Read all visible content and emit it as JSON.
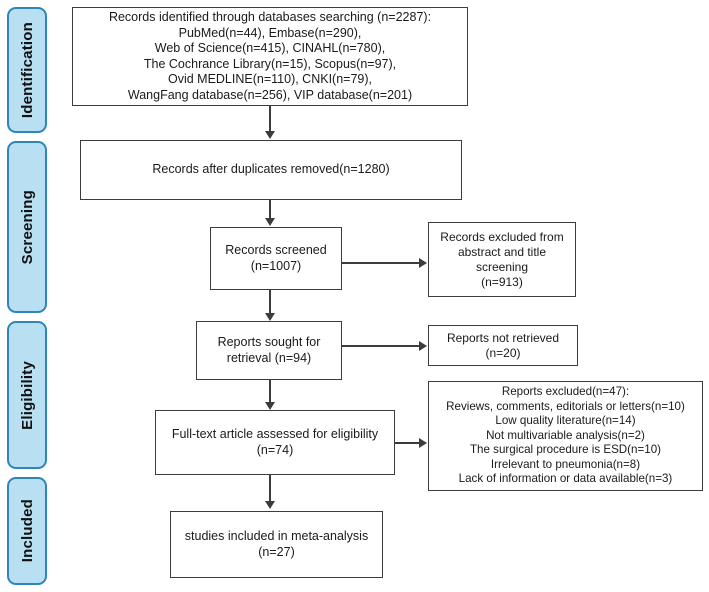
{
  "diagram": {
    "type": "prisma-flow-diagram",
    "colors": {
      "stage_fill": "#b8e0f2",
      "stage_border": "#2e86b8",
      "box_border": "#3c3c3c",
      "box_fill": "#ffffff",
      "text": "#1a1a1a"
    }
  },
  "stages": [
    {
      "label": "Identification"
    },
    {
      "label": "Screening"
    },
    {
      "label": "Eligibility"
    },
    {
      "label": "Included"
    }
  ],
  "boxes": {
    "identified": {
      "text": "Records identified through databases searching (n=2287):\nPubMed(n=44), Embase(n=290),\nWeb of Science(n=415), CINAHL(n=780),\nThe Cochrance Library(n=15), Scopus(n=97),\nOvid MEDLINE(n=110), CNKI(n=79),\nWangFang database(n=256), VIP database(n=201)"
    },
    "duplicates_removed": {
      "text": "Records after duplicates removed(n=1280)"
    },
    "records_screened": {
      "text": "Records screened\n(n=1007)"
    },
    "records_excluded": {
      "text": "Records excluded from\nabstract and title\nscreening\n(n=913)"
    },
    "reports_sought": {
      "text": "Reports sought for\nretrieval (n=94)"
    },
    "reports_not_retrieved": {
      "text": "Reports not retrieved\n(n=20)"
    },
    "full_text_assessed": {
      "text": "Full-text article assessed for eligibility\n(n=74)"
    },
    "reports_excluded": {
      "text": "Reports excluded(n=47):\nReviews, comments, editorials or letters(n=10)\nLow quality literature(n=14)\nNot multivariable analysis(n=2)\nThe surgical procedure is ESD(n=10)\nIrrelevant to pneumonia(n=8)\nLack of information or data available(n=3)"
    },
    "studies_included": {
      "text": "studies included in meta-analysis\n(n=27)"
    }
  },
  "counts": {
    "identified_total": 2287,
    "sources": [
      {
        "name": "PubMed",
        "n": 44
      },
      {
        "name": "Embase",
        "n": 290
      },
      {
        "name": "Web of Science",
        "n": 415
      },
      {
        "name": "CINAHL",
        "n": 780
      },
      {
        "name": "The Cochrance Library",
        "n": 15
      },
      {
        "name": "Scopus",
        "n": 97
      },
      {
        "name": "Ovid MEDLINE",
        "n": 110
      },
      {
        "name": "CNKI",
        "n": 79
      },
      {
        "name": "WangFang database",
        "n": 256
      },
      {
        "name": "VIP database",
        "n": 201
      }
    ],
    "after_duplicates": 1280,
    "screened": 1007,
    "excluded_abstract_title": 913,
    "sought_for_retrieval": 94,
    "not_retrieved": 20,
    "full_text_assessed": 74,
    "reports_excluded_total": 47,
    "exclusion_reasons": [
      {
        "reason": "Reviews, comments, editorials or letters",
        "n": 10
      },
      {
        "reason": "Low quality literature",
        "n": 14
      },
      {
        "reason": "Not multivariable analysis",
        "n": 2
      },
      {
        "reason": "The surgical procedure is ESD",
        "n": 10
      },
      {
        "reason": "Irrelevant to pneumonia",
        "n": 8
      },
      {
        "reason": "Lack of information or data available",
        "n": 3
      }
    ],
    "included_in_meta_analysis": 27
  }
}
